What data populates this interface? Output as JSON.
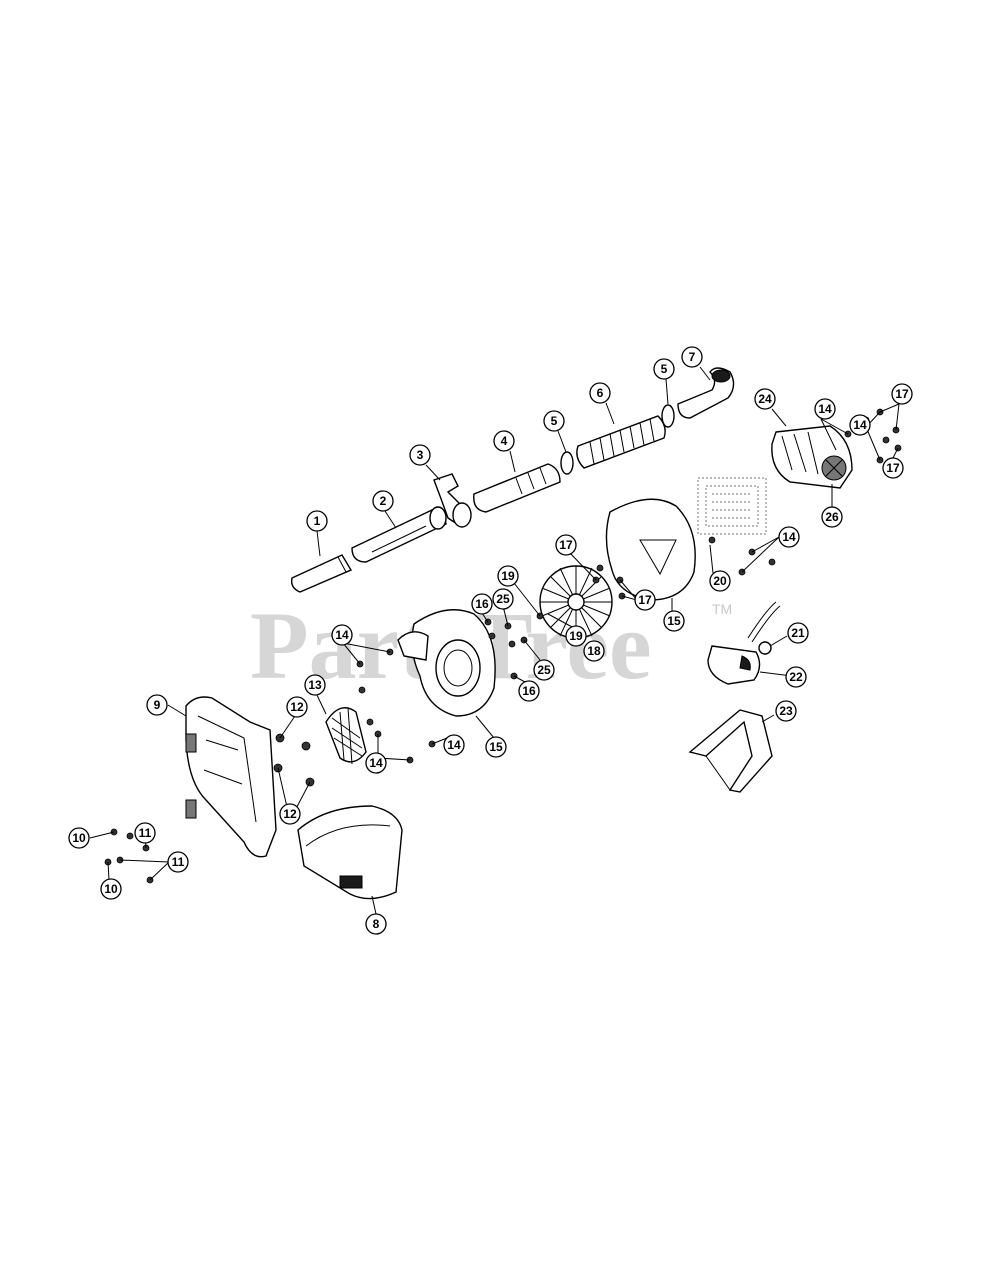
{
  "watermark": {
    "text": "PartsTree",
    "tm": "TM"
  },
  "callouts": {
    "c1": "1",
    "c2": "2",
    "c3": "3",
    "c4": "4",
    "c5a": "5",
    "c5b": "5",
    "c6": "6",
    "c7": "7",
    "c8": "8",
    "c9": "9",
    "c10a": "10",
    "c10b": "10",
    "c11a": "11",
    "c11b": "11",
    "c12a": "12",
    "c12b": "12",
    "c13": "13",
    "c14a": "14",
    "c14b": "14",
    "c14c": "14",
    "c14d": "14",
    "c14e": "14",
    "c14f": "14",
    "c15a": "15",
    "c15b": "15",
    "c16a": "16",
    "c16b": "16",
    "c17a": "17",
    "c17b": "17",
    "c17c": "17",
    "c17d": "17",
    "c18": "18",
    "c19a": "19",
    "c19b": "19",
    "c20": "20",
    "c21": "21",
    "c22": "22",
    "c23": "23",
    "c24": "24",
    "c25a": "25",
    "c25b": "25",
    "c26": "26"
  }
}
